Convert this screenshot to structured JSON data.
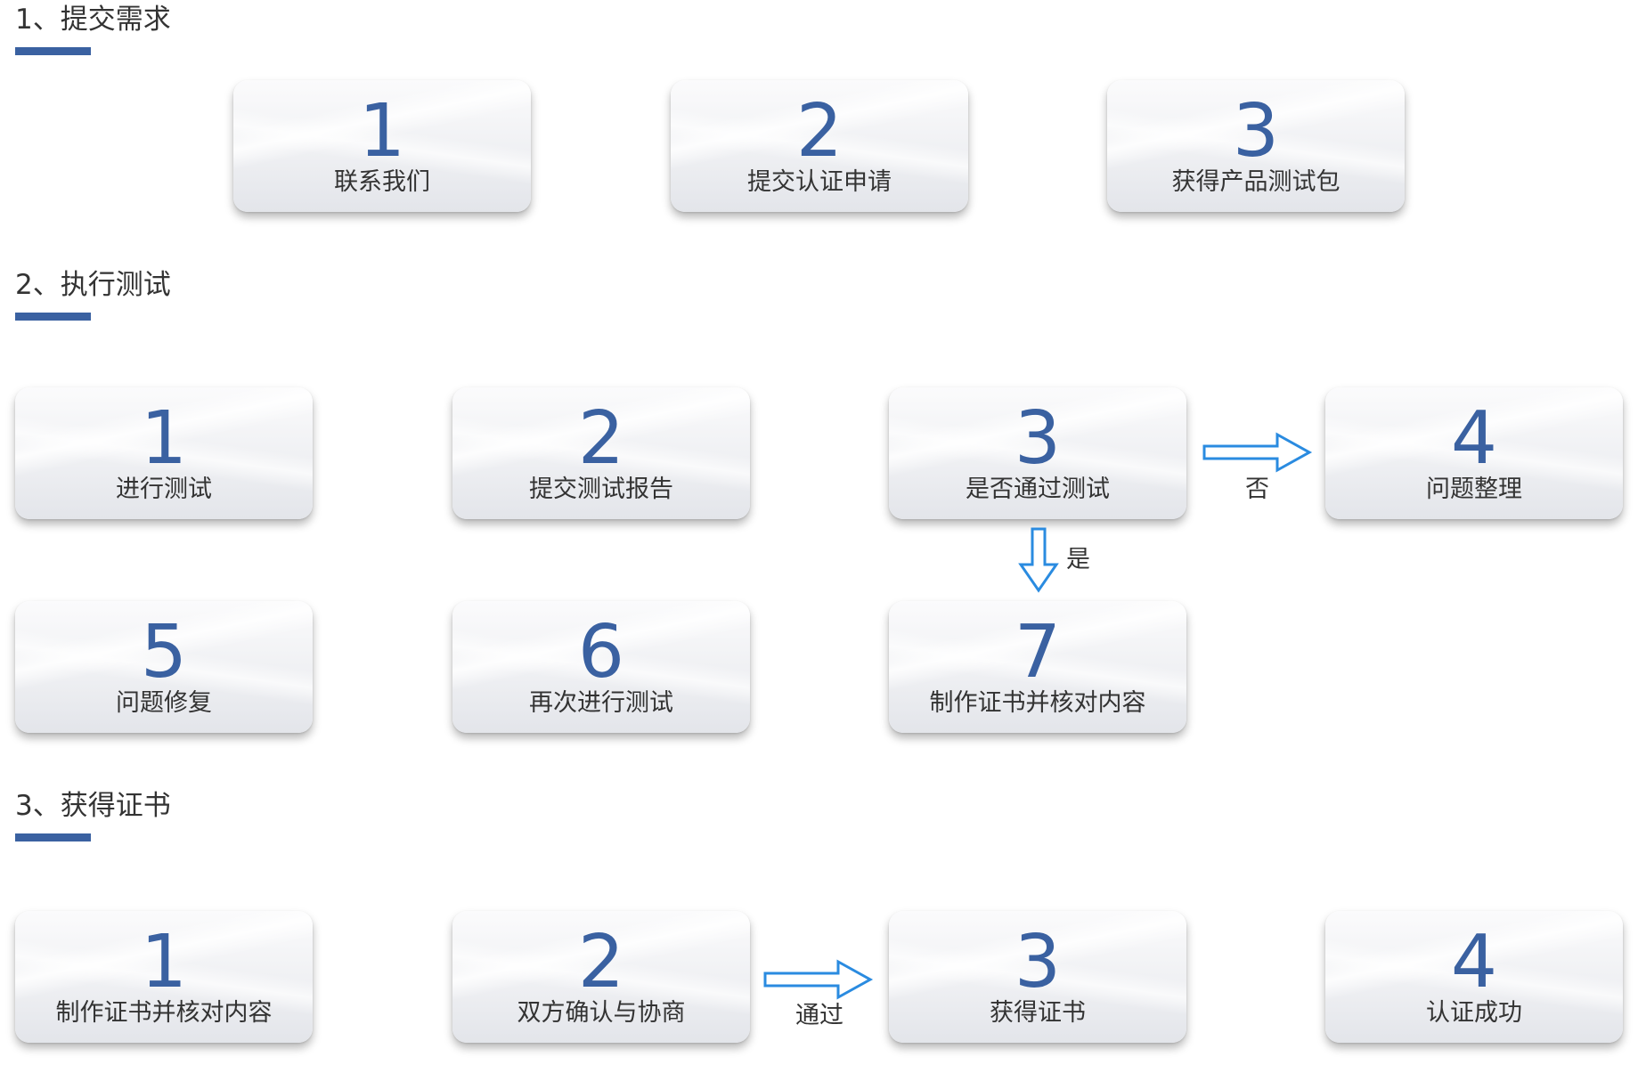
{
  "sections": [
    {
      "title": "1、提交需求",
      "steps": [
        {
          "num": "1",
          "label": "联系我们"
        },
        {
          "num": "2",
          "label": "提交认证申请"
        },
        {
          "num": "3",
          "label": "获得产品测试包"
        }
      ]
    },
    {
      "title": "2、执行测试",
      "steps": [
        {
          "num": "1",
          "label": "进行测试"
        },
        {
          "num": "2",
          "label": "提交测试报告"
        },
        {
          "num": "3",
          "label": "是否通过测试"
        },
        {
          "num": "4",
          "label": "问题整理"
        },
        {
          "num": "5",
          "label": "问题修复"
        },
        {
          "num": "6",
          "label": "再次进行测试"
        },
        {
          "num": "7",
          "label": "制作证书并核对内容"
        }
      ],
      "branch_no": "否",
      "branch_yes": "是"
    },
    {
      "title": "3、获得证书",
      "steps": [
        {
          "num": "1",
          "label": "制作证书并核对内容"
        },
        {
          "num": "2",
          "label": "双方确认与协商"
        },
        {
          "num": "3",
          "label": "获得证书"
        },
        {
          "num": "4",
          "label": "认证成功"
        }
      ],
      "arrow_label": "通过"
    }
  ],
  "colors": {
    "accent": "#3a61a1",
    "arrow": "#2a8be0",
    "text": "#333333"
  }
}
